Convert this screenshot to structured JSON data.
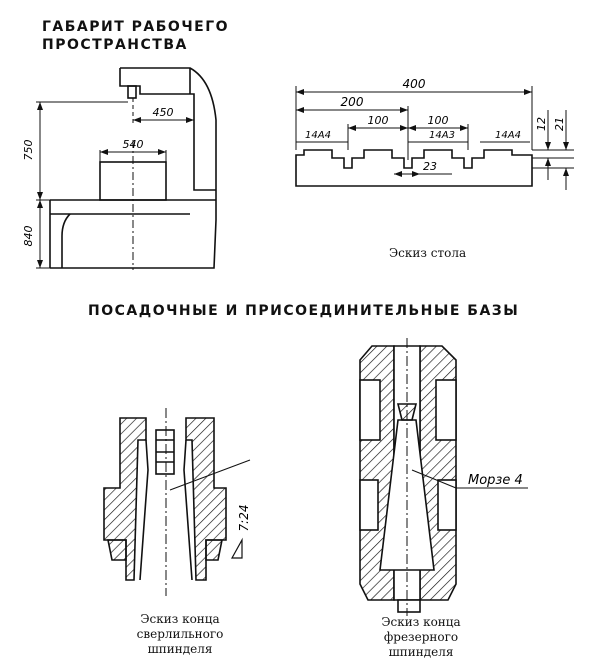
{
  "workspace": {
    "title": "ГАБАРИТ РАБОЧЕГО\nПРОСТРАНСТВА",
    "dims": {
      "d750": "750",
      "d840": "840",
      "d450": "450",
      "d540": "540"
    }
  },
  "table": {
    "caption": "Эскиз стола",
    "dims": {
      "d400": "400",
      "d200": "200",
      "d100a": "100",
      "d100b": "100",
      "slot_a": "14A4",
      "slot_b": "14A3",
      "slot_c": "14A4",
      "d23": "23",
      "d12": "12",
      "d21": "21"
    }
  },
  "bases": {
    "title": "ПОСАДОЧНЫЕ И ПРИСОЕДИНИТЕЛЬНЫЕ БАЗЫ",
    "drill": {
      "caption_l1": "Эскиз конца",
      "caption_l2": "сверлильного",
      "caption_l3": "шпинделя",
      "taper": "7:24"
    },
    "mill": {
      "caption_l1": "Эскиз конца",
      "caption_l2": "фрезерного",
      "caption_l3": "шпинделя",
      "taper": "Морзе 4"
    }
  }
}
